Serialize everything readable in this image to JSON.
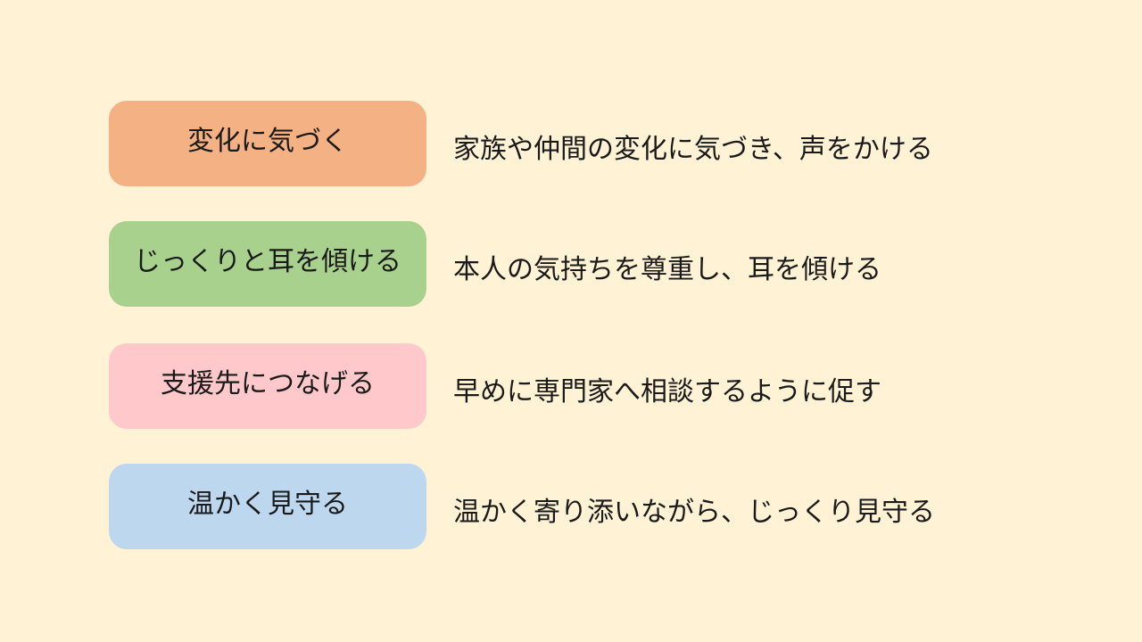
{
  "slide": {
    "background": "#fff2d5",
    "rows": [
      {
        "label": "変化に気づく",
        "description": "家族や仲間の変化に気づき、声をかける",
        "color": "#f4b183"
      },
      {
        "label": "じっくりと耳を傾ける",
        "description": "本人の気持ちを尊重し、耳を傾ける",
        "color": "#a9d18e"
      },
      {
        "label": "支援先につなげる",
        "description": "早めに専門家へ相談するように促す",
        "color": "#ffc9cb"
      },
      {
        "label": "温かく見守る",
        "description": "温かく寄り添いながら、じっくり見守る",
        "color": "#bdd7ee"
      }
    ]
  }
}
